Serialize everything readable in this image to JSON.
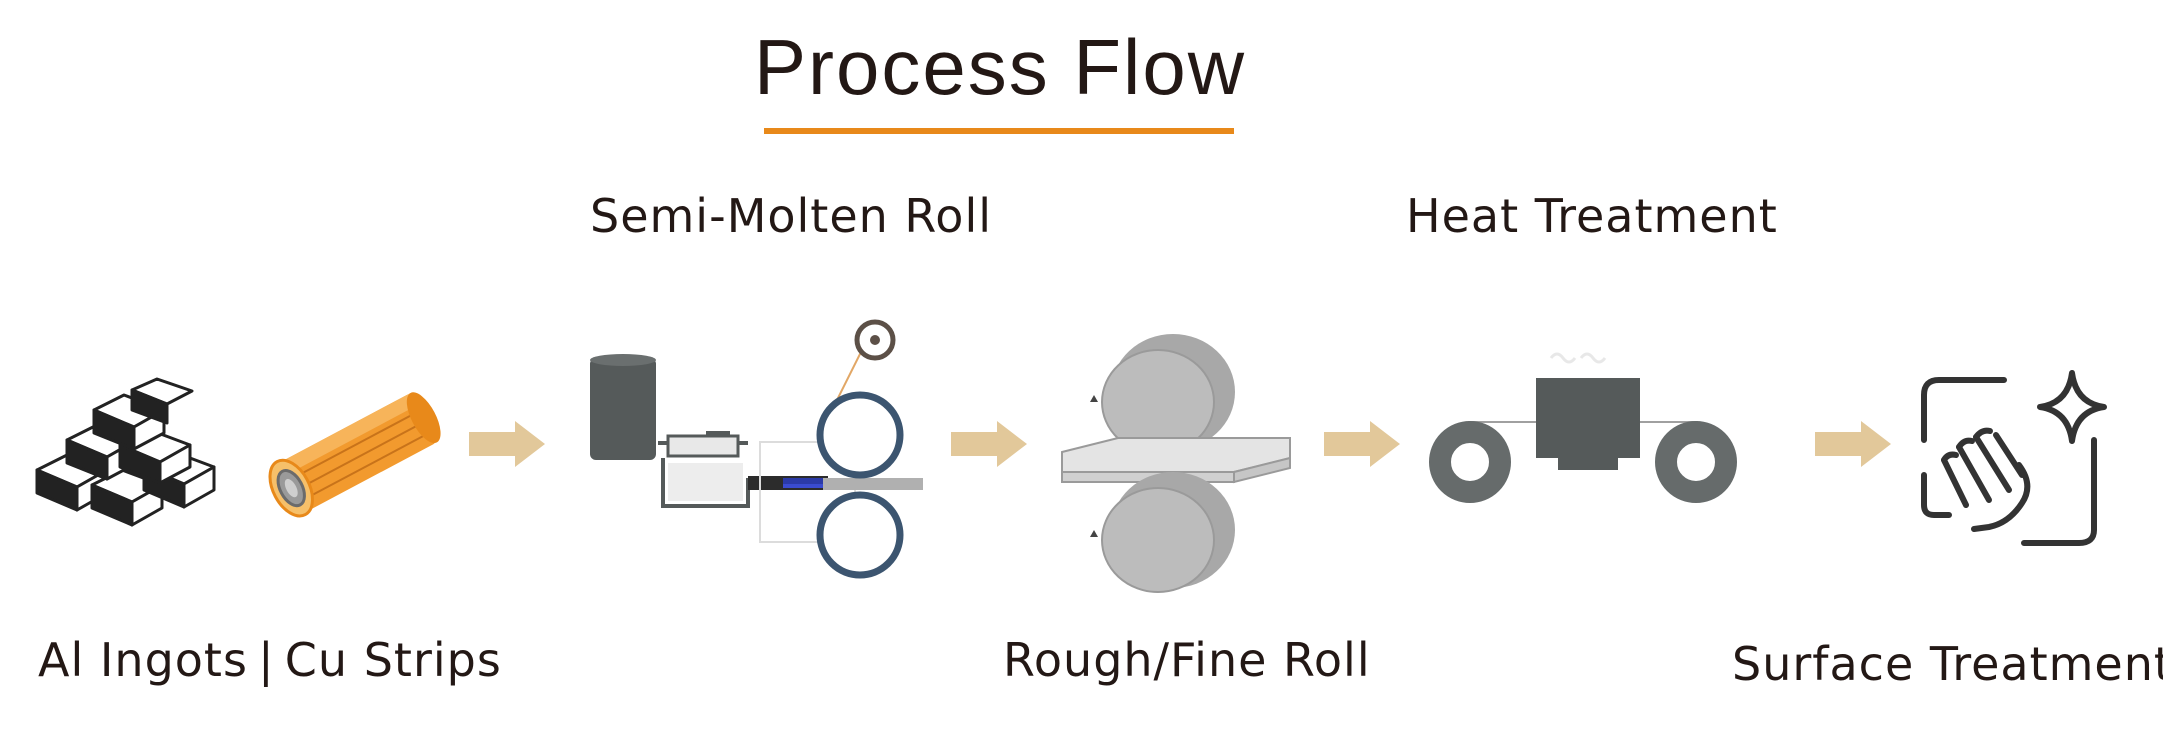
{
  "title": "Process Flow",
  "steps": {
    "ingots": {
      "label": "Al Ingots | Cu Strips",
      "icons": [
        "ingot-stack-icon",
        "copper-coil-icon"
      ]
    },
    "semi_molten": {
      "label": "Semi-Molten Roll",
      "icon": "semi-molten-roll-icon"
    },
    "rough_fine": {
      "label": "Rough/Fine Roll",
      "icon": "rolling-mill-icon"
    },
    "heat": {
      "label": "Heat Treatment",
      "icon": "heat-treatment-icon"
    },
    "surface": {
      "label": "Surface Treatment",
      "icon": "hand-sparkle-icon"
    }
  },
  "colors": {
    "accent_underline": "#e8891a",
    "arrow": "#e2c89a",
    "dark": "#555a5a",
    "copper": "#f29a2e",
    "roller_ring": "#3c5570"
  }
}
